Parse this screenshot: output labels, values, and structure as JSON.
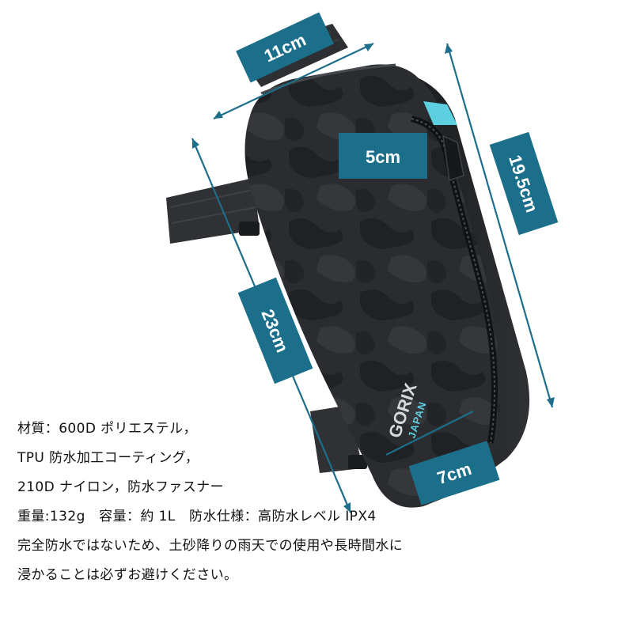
{
  "dimensions": {
    "width_top": "11cm",
    "depth": "5cm",
    "height_front": "19.5cm",
    "length_back": "23cm",
    "bottom": "7cm"
  },
  "brand": {
    "name": "GORIX",
    "sub": "JAPAN"
  },
  "specs": [
    "材質：600D ポリエステル，",
    "TPU 防水加工コーティング，",
    "210D ナイロン，防水ファスナー",
    "重量:132g　容量：約 1L　防水仕様：高防水レベル IPX4",
    "完全防水ではないため、土砂降りの雨天での使用や長時間水に",
    "浸かることは必ずお避けください。"
  ],
  "colors": {
    "label_bg": "#1b6f8b",
    "bag_body": "#2b2d30",
    "accent": "#5ccfe0"
  }
}
